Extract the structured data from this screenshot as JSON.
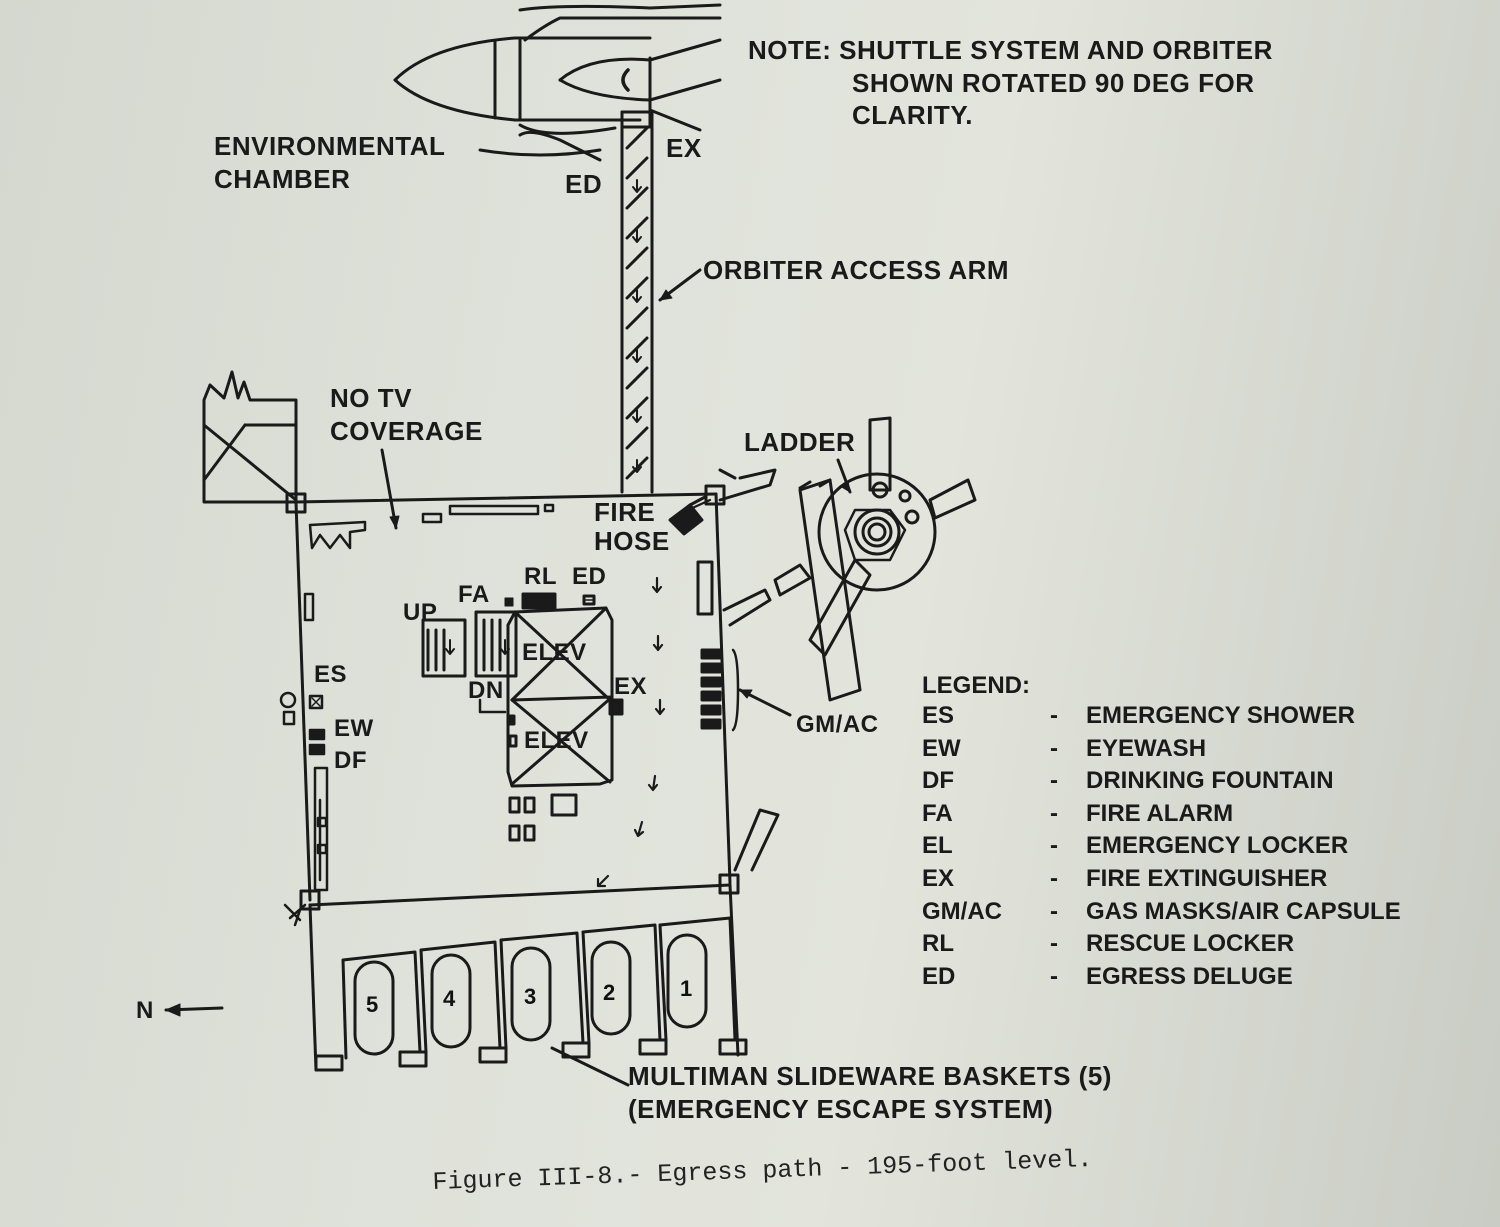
{
  "note": {
    "lines": [
      "NOTE:  SHUTTLE SYSTEM AND ORBITER",
      "SHOWN ROTATED 90 DEG FOR",
      "CLARITY."
    ]
  },
  "labels": {
    "environmental_chamber": [
      "ENVIRONMENTAL",
      "CHAMBER"
    ],
    "ex_top": "EX",
    "ed_top": "ED",
    "orbiter_access_arm": "ORBITER ACCESS ARM",
    "no_tv_coverage": [
      "NO TV",
      "COVERAGE"
    ],
    "ladder": "LADDER",
    "fire_hose": [
      "FIRE",
      "HOSE"
    ],
    "rl": "RL",
    "ed": "ED",
    "fa": "FA",
    "up": "UP",
    "elev_top": "ELEV",
    "elev_bottom": "ELEV",
    "dn": "DN",
    "ex": "EX",
    "es": "ES",
    "ew": "EW",
    "df": "DF",
    "gm_ac": "GM/AC",
    "north": "N",
    "baskets": [
      "MULTIMAN SLIDEWARE BASKETS (5)",
      "(EMERGENCY ESCAPE SYSTEM)"
    ]
  },
  "basket_numbers": [
    "5",
    "4",
    "3",
    "2",
    "1"
  ],
  "legend": {
    "title": "LEGEND:",
    "items": [
      {
        "code": "ES",
        "dash": "-",
        "desc": "EMERGENCY SHOWER"
      },
      {
        "code": "EW",
        "dash": "-",
        "desc": "EYEWASH"
      },
      {
        "code": "DF",
        "dash": "-",
        "desc": "DRINKING FOUNTAIN"
      },
      {
        "code": "FA",
        "dash": "-",
        "desc": "FIRE ALARM"
      },
      {
        "code": "EL",
        "dash": "-",
        "desc": "EMERGENCY LOCKER"
      },
      {
        "code": "EX",
        "dash": "-",
        "desc": "FIRE EXTINGUISHER"
      },
      {
        "code": "GM/AC",
        "dash": "-",
        "desc": "GAS MASKS/AIR CAPSULE"
      },
      {
        "code": "RL",
        "dash": "-",
        "desc": "RESCUE LOCKER"
      },
      {
        "code": "ED",
        "dash": "-",
        "desc": "EGRESS DELUGE"
      }
    ]
  },
  "caption": "Figure III-8.- Egress path - 195-foot level."
}
